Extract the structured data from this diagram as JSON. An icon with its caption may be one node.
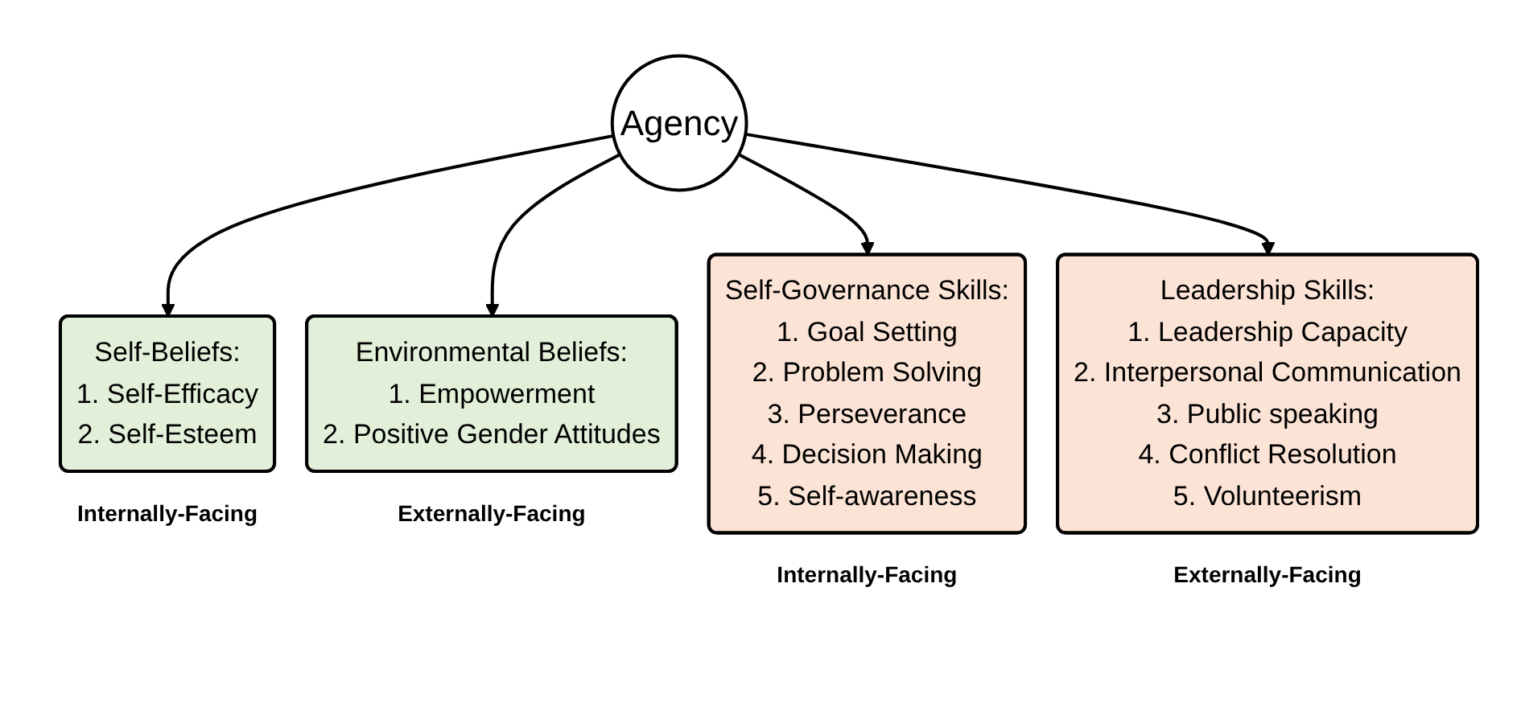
{
  "diagram": {
    "nodes": [
      {
        "text": [
          "Agency"
        ]
      },
      {
        "text": [
          "Self-Beliefs:",
          "1. Self-Efficacy",
          "2. Self-Esteem"
        ],
        "beside": [
          "Internally-Facing"
        ]
      },
      {
        "text": [
          "Environmental Beliefs:",
          "1. Empowerment",
          "2. Positive Gender Attitudes"
        ],
        "beside": [
          "Externally-Facing"
        ]
      },
      {
        "text": [
          "Self-Governance Skills:",
          "1. Goal Setting",
          "2. Problem Solving",
          "3. Perseverance",
          "4. Decision Making",
          "5. Self-awareness"
        ],
        "beside": [
          "Internally-Facing"
        ]
      },
      {
        "text": [
          "Leadership Skills:",
          "1. Leadership Capacity",
          "2. Interpersonal Communication",
          "3. Public speaking",
          "4. Conflict Resolution",
          "5. Volunteerism"
        ],
        "beside": [
          "Externally-Facing"
        ]
      }
    ],
    "edges": [
      {
        "from": 0,
        "to": 1,
        "arrow": "to"
      },
      {
        "from": 0,
        "to": 2,
        "arrow": "to"
      },
      {
        "from": 0,
        "to": 3,
        "arrow": "to"
      },
      {
        "from": 0,
        "to": 4,
        "arrow": "to"
      }
    ]
  }
}
